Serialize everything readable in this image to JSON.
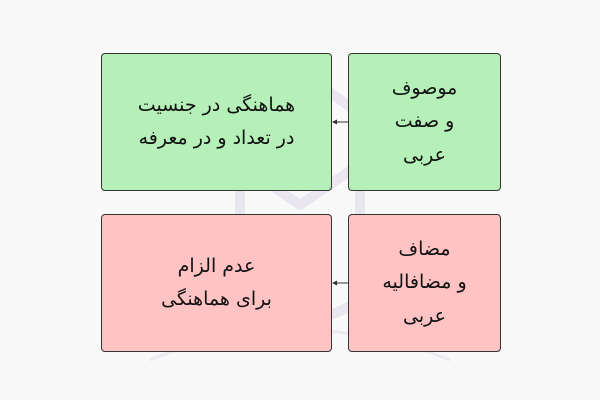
{
  "rows": [
    {
      "source": "موصوف\nو صفت\nعربی",
      "target": "هماهنگی در جنسیت\nدر تعداد و در معرفه"
    },
    {
      "source": "مضاف\nو مضافالیه\nعربی",
      "target": "عدم الزام\nبرای هماهنگی"
    }
  ],
  "colors": {
    "row1_fill": "#b6f0b9",
    "row2_fill": "#ffc3c3",
    "border": "#333333"
  }
}
